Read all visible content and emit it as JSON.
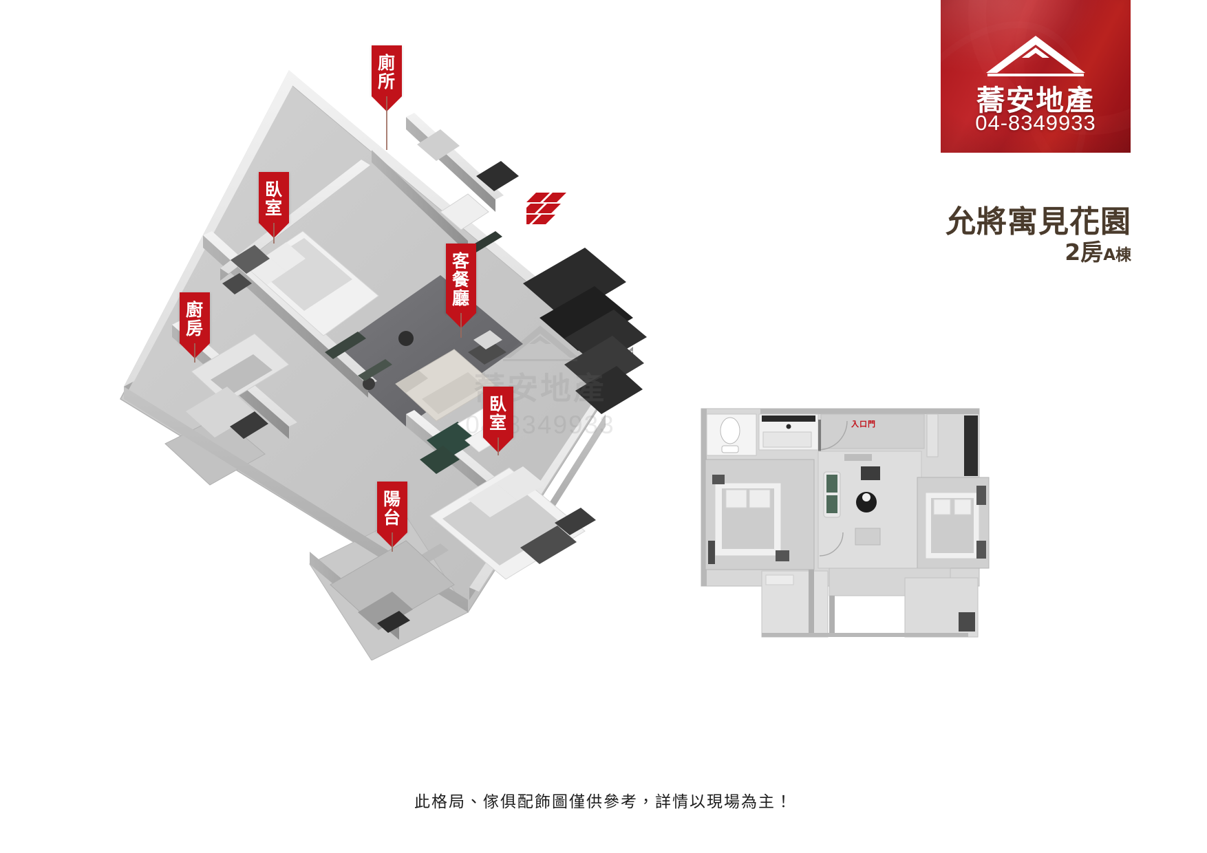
{
  "brand": {
    "logo_name": "蕎安地產",
    "logo_phone": "04-8349933",
    "logo_icon": "house-roof-icon",
    "badge_color": "#b41d22",
    "accent_color": "#c1121a"
  },
  "watermark": {
    "name": "蕎安地產",
    "phone": "04-8349933"
  },
  "project": {
    "title": "允將寓見花園",
    "unit_rooms": "2房",
    "unit_building": "A棟",
    "title_color": "#4a3b2c"
  },
  "footer": {
    "disclaimer": "此格局、傢俱配飾圖僅供參考，詳情以現場為主！"
  },
  "markers": [
    {
      "id": "toilet",
      "label": "廁所",
      "chars": [
        "廁",
        "所"
      ]
    },
    {
      "id": "bedroom-1",
      "label": "臥室",
      "chars": [
        "臥",
        "室"
      ]
    },
    {
      "id": "kitchen",
      "label": "廚房",
      "chars": [
        "廚",
        "房"
      ]
    },
    {
      "id": "living-dining",
      "label": "客餐廳",
      "chars": [
        "客",
        "餐",
        "廳"
      ]
    },
    {
      "id": "bedroom-2",
      "label": "臥室",
      "chars": [
        "臥",
        "室"
      ]
    },
    {
      "id": "balcony",
      "label": "陽台",
      "chars": [
        "陽",
        "台"
      ]
    }
  ],
  "miniplan": {
    "entry_label": "入口門",
    "entry_label_color": "#c1121a"
  },
  "palette": {
    "wall_light": "#e9e9e9",
    "wall_mid": "#cfcfcf",
    "wall_dark": "#9a9a9a",
    "floor_grey": "#c8c8c8",
    "floor_dark": "#6e6e72",
    "trim_white": "#f4f4f4"
  }
}
